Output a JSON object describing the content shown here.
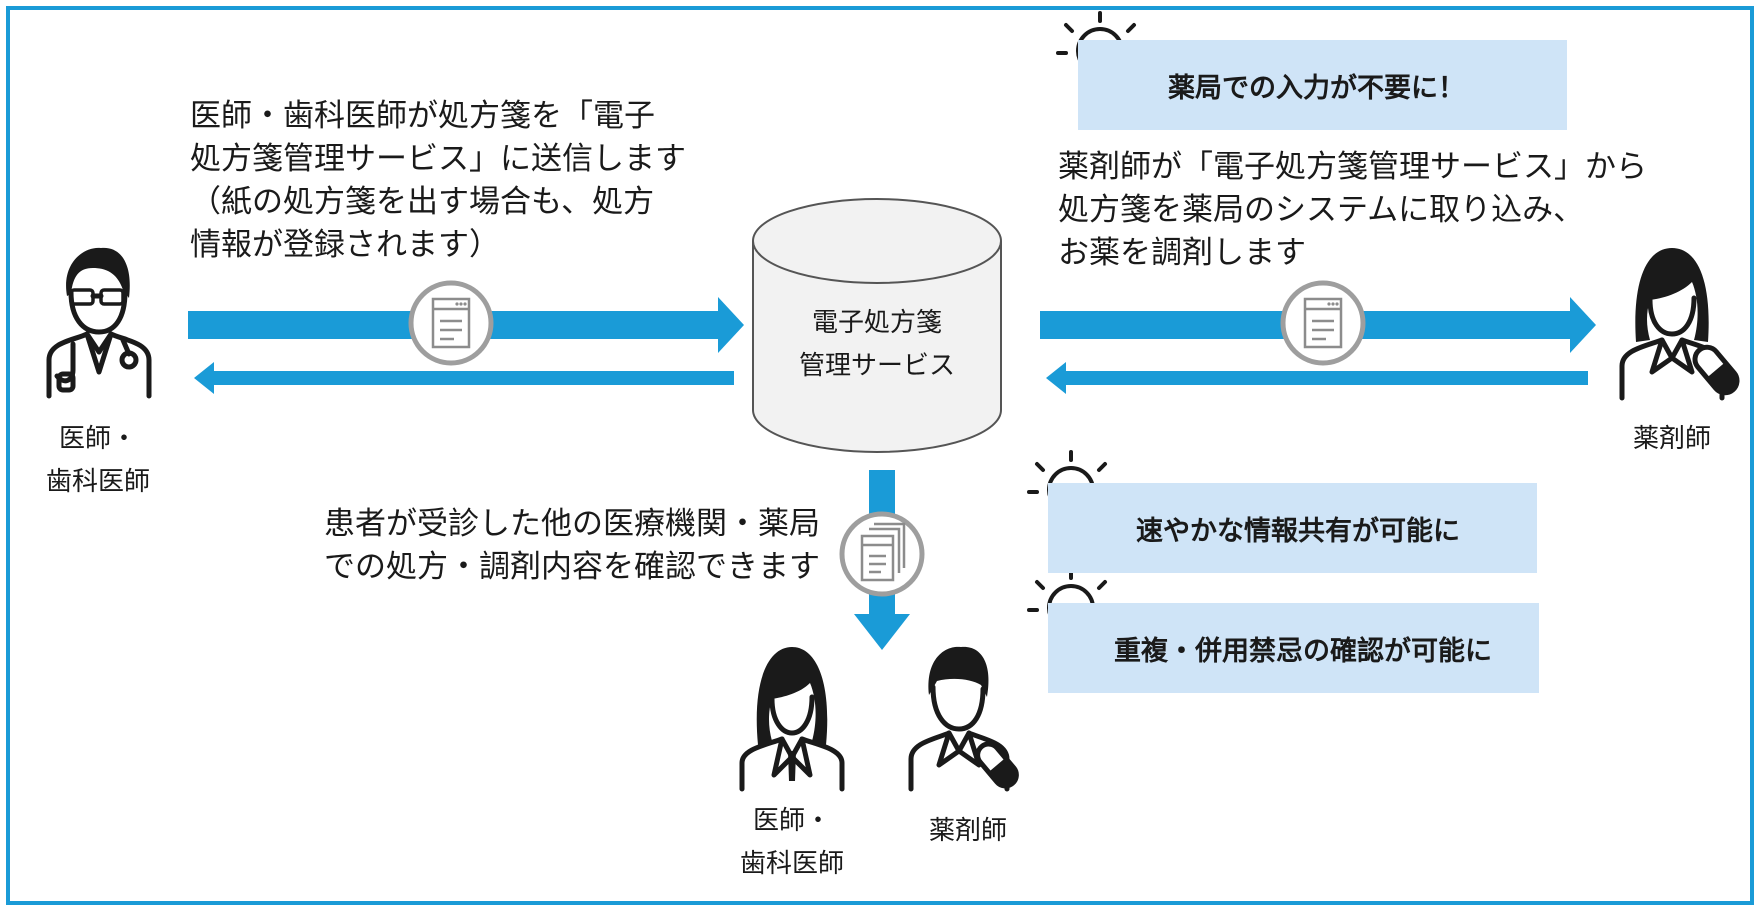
{
  "colors": {
    "frame": "#1a9bd7",
    "arrow": "#1a9bd7",
    "benefit_box": "#cfe4f7",
    "cylinder_fill": "#f2f2f2",
    "cylinder_stroke": "#555555",
    "badge_stroke": "#9e9e9e"
  },
  "database": {
    "label": "電子処方箋\n管理サービス"
  },
  "actors": {
    "doctor_left": {
      "label": "医師・\n歯科医師",
      "icon": "doctor-icon"
    },
    "pharmacist_right": {
      "label": "薬剤師",
      "icon": "pharmacist-icon"
    },
    "doctor_bottom": {
      "label": "医師・\n歯科医師",
      "icon": "doctor-female-icon"
    },
    "pharmacist_bottom": {
      "label": "薬剤師",
      "icon": "pharmacist-icon"
    }
  },
  "descriptions": {
    "doctor_send": "医師・歯科医師が処方箋を「電子\n処方箋管理サービス」に送信します\n（紙の処方箋を出す場合も、処方\n情報が登録されます）",
    "pharmacist_receive": "薬剤師が「電子処方箋管理サービス」から\n処方箋を薬局のシステムに取り込み、\nお薬を調剤します",
    "history_check": "患者が受診した他の医療機関・薬局\nでの処方・調剤内容を確認できます"
  },
  "benefits": [
    {
      "text": "薬局での入力が不要に！",
      "icon": "lightbulb-icon"
    },
    {
      "text": "速やかな情報共有が可能に",
      "icon": "lightbulb-icon"
    },
    {
      "text": "重複・併用禁忌の確認が可能に",
      "icon": "lightbulb-icon"
    }
  ],
  "badges": {
    "document": "document-icon",
    "documents_stack": "documents-stack-icon"
  }
}
